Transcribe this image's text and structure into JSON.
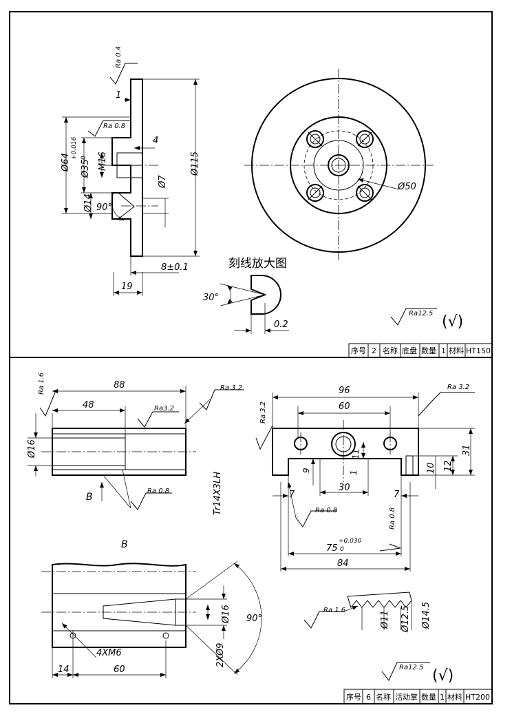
{
  "base_plate": {
    "roughness": [
      "Ra 0.4",
      "Ra 0.8",
      "Ra12.5"
    ],
    "dims": {
      "d1": "1",
      "d4": "4",
      "d64": "Ø64",
      "d35": "Ø35",
      "tol_up": "+0.016",
      "tol_lo": "0",
      "m16": "M16",
      "d14": "Ø14",
      "d7": "Ø7",
      "angle90": "90°",
      "d115": "Ø115",
      "d8": "8±0.1",
      "d19": "19",
      "d50": "Ø50",
      "d30": "30°",
      "d02": "0.2"
    },
    "detail_title": "刻线放大图",
    "check": "(√)",
    "title_block": [
      "序号",
      "2",
      "名称",
      "底盘",
      "数量",
      "1",
      "材料",
      "HT150"
    ]
  },
  "tube": {
    "roughness": [
      "Ra 1.6",
      "Ra 3.2",
      "Ra3.2",
      "Ra 0.8"
    ],
    "dims": {
      "l88": "88",
      "l48": "48",
      "d16": "Ø16",
      "thread": "Tr14X3LH"
    },
    "view_label": "B",
    "section_label": "B"
  },
  "block": {
    "roughness": [
      "Ra 3.2",
      "Ra 3.2",
      "Ra 0.8",
      "Ra 0.8"
    ],
    "dims": {
      "l96": "96",
      "l60": "60",
      "h31": "31",
      "h12": "12",
      "h10": "10",
      "h11": "11",
      "h9": "9",
      "h1": "1",
      "l7a": "7",
      "l30": "30",
      "l7b": "7",
      "l75": "75",
      "tol75_up": "+0.030",
      "tol75_lo": "0",
      "l84": "84"
    }
  },
  "bview": {
    "dims": {
      "m6": "4XM6",
      "l14": "14",
      "l60": "60",
      "d16": "Ø16",
      "d9": "2XØ9",
      "angle": "90°"
    }
  },
  "knurl": {
    "roughness": "Ra 1.6",
    "dims": {
      "d11": "Ø11",
      "d125": "Ø12.5",
      "d145": "Ø14.5"
    },
    "ra_main": "Ra12.5",
    "check": "(√)",
    "title_block": [
      "序号",
      "6",
      "名称",
      "活动掌",
      "数量",
      "1",
      "材料",
      "HT200"
    ]
  }
}
